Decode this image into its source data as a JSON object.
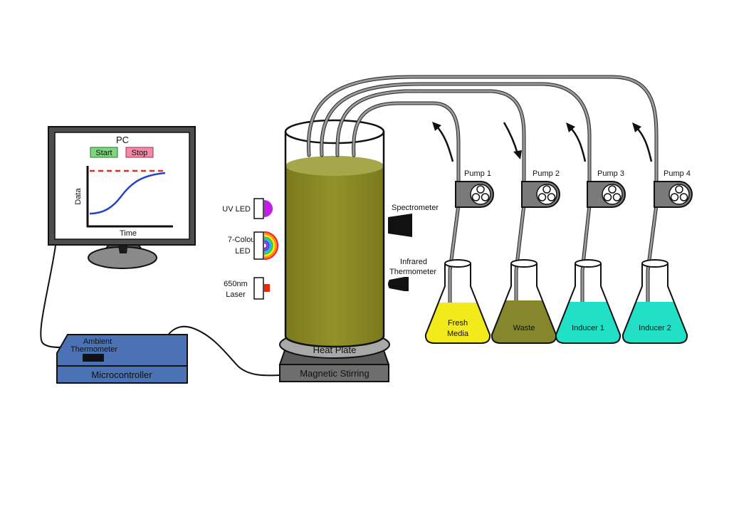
{
  "pc": {
    "title": "PC",
    "start_label": "Start",
    "stop_label": "Stop",
    "y_axis_label": "Data",
    "x_axis_label": "Time"
  },
  "microcontroller": {
    "label": "Microcontroller",
    "sensor_label_line1": "Ambient",
    "sensor_label_line2": "Thermometer"
  },
  "reactor": {
    "heat_plate_label": "Heat Plate",
    "stirrer_label": "Magnetic Stirring"
  },
  "light_sources": {
    "uv_led": "UV LED",
    "colour_led_line1": "7-Colour",
    "colour_led_line2": "LED",
    "laser_line1": "650nm",
    "laser_line2": "Laser"
  },
  "sensors": {
    "spectrometer": "Spectrometer",
    "ir_line1": "Infrared",
    "ir_line2": "Thermometer"
  },
  "pumps": [
    "Pump 1",
    "Pump 2",
    "Pump 3",
    "Pump 4"
  ],
  "flasks": {
    "fresh_line1": "Fresh",
    "fresh_line2": "Media",
    "waste": "Waste",
    "inducer1": "Inducer 1",
    "inducer2": "Inducer 2"
  },
  "colors": {
    "culture": "#8c8c22",
    "fresh_media": "#f2ea1a",
    "waste": "#86862a",
    "inducer": "#22e0c8",
    "microcontroller": "#4a72b5",
    "stirrer": "#6e6e6e",
    "heat_plate": "#a8a8a8",
    "tube": "#999999",
    "uv": "#c21ee8",
    "laser": "#ff2200",
    "start_button": "#7ed67e",
    "stop_button": "#f08aa8",
    "growth_curve": "#2244cc",
    "threshold_line": "#e03020"
  }
}
